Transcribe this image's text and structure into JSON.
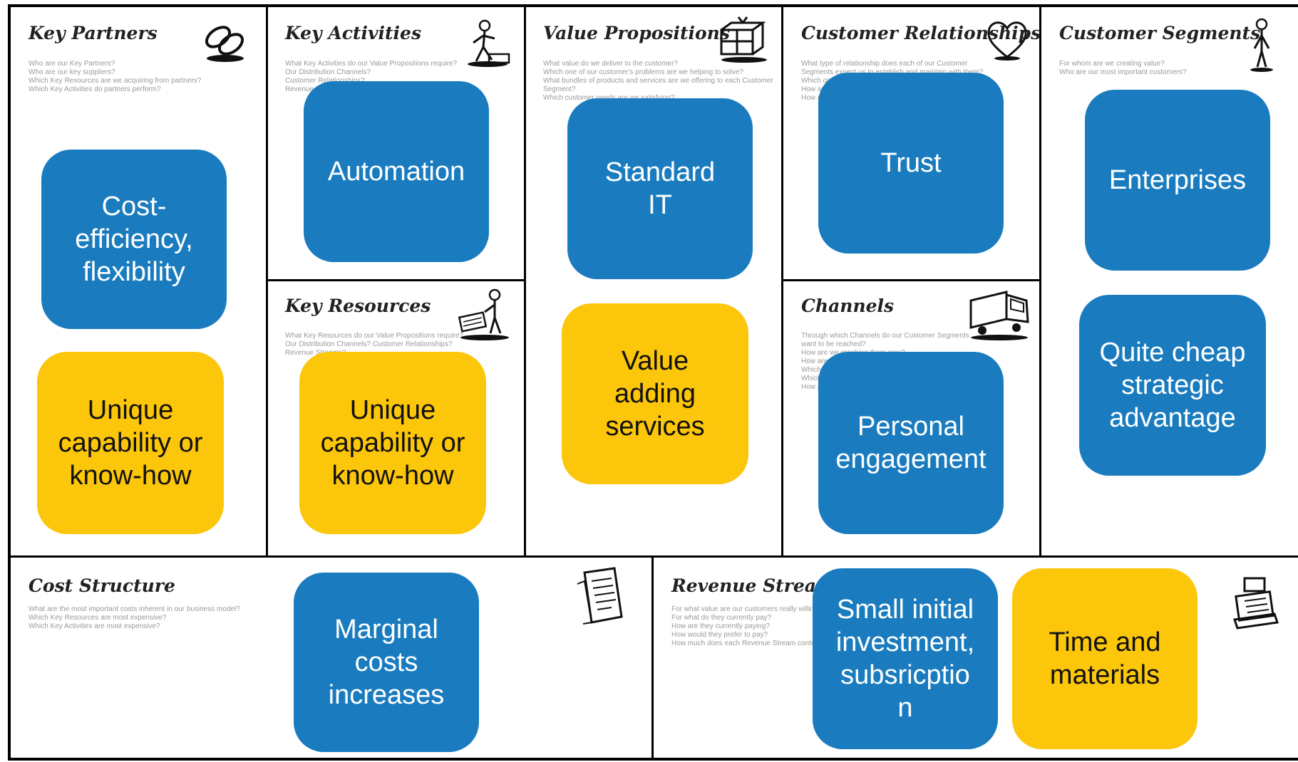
{
  "canvas": {
    "cells": {
      "key_partners": {
        "title": "Key Partners",
        "prompt": "Who are our Key Partners?\nWho are our key suppliers?\nWhich Key Resources are we acquiring from partners?\nWhich Key Activities do partners perform?"
      },
      "key_activities": {
        "title": "Key Activities",
        "prompt": "What Key Activities do our Value Propositions require?\nOur Distribution Channels?\nCustomer Relationships?\nRevenue Streams?"
      },
      "key_resources": {
        "title": "Key Resources",
        "prompt": "What Key Resources do our Value Propositions require?\nOur Distribution Channels? Customer Relationships?\nRevenue Streams?"
      },
      "value_propositions": {
        "title": "Value Propositions",
        "prompt": "What value do we deliver to the customer?\nWhich one of our customer's problems are we helping to solve?\nWhat bundles of products and services are we offering to each Customer Segment?\nWhich customer needs are we satisfying?"
      },
      "customer_relationships": {
        "title": "Customer Relationships",
        "prompt": "What type of relationship does each of our Customer\nSegments expect us to establish and maintain with them?\nWhich ones have we established?\nHow are they integrated with the rest of our business model?\nHow costly are they?"
      },
      "channels": {
        "title": "Channels",
        "prompt": "Through which Channels do our Customer Segments\nwant to be reached?\nHow are we reaching them now?\nHow are our Channels integrated?\nWhich ones work best?\nWhich ones are most cost-efficient?\nHow are we integrating them with customer routines?"
      },
      "customer_segments": {
        "title": "Customer Segments",
        "prompt": "For whom are we creating value?\nWho are our most important customers?"
      },
      "cost_structure": {
        "title": "Cost Structure",
        "prompt": "What are the most important costs inherent in our business model?\nWhich Key Resources are most expensive?\nWhich Key Activities are most expensive?"
      },
      "revenue_streams": {
        "title": "Revenue Streams",
        "prompt": "For what value are our customers really willing to pay?\nFor what do they currently pay?\nHow are they currently paying?\nHow would they prefer to pay?\nHow much does each Revenue Stream contribute to overall revenues?"
      }
    },
    "stickies": {
      "cost_efficiency": "Cost-\nefficiency,\nflexibility",
      "unique_partners": "Unique\ncapability or\nknow-how",
      "automation": "Automation",
      "unique_resources": "Unique\ncapability or\nknow-how",
      "standard_it": "Standard\nIT",
      "value_adding": "Value\nadding\nservices",
      "trust": "Trust",
      "personal_engagement": "Personal\nengagement",
      "enterprises": "Enterprises",
      "quite_cheap": "Quite cheap\nstrategic\nadvantage",
      "marginal_costs": "Marginal\ncosts\nincreases",
      "small_initial": "Small initial\ninvestment,\nsubsricptio\nn",
      "time_materials": "Time and\nmaterials"
    },
    "colors": {
      "blue": "#1a7cbf",
      "yellow": "#fcc60a",
      "lines": "#000000"
    },
    "icons": {
      "key_partners": "chain-link-icon",
      "key_activities": "worker-icon",
      "key_resources": "worker-with-cart-icon",
      "value_propositions": "gift-box-icon",
      "customer_relationships": "heart-icon",
      "channels": "delivery-truck-icon",
      "customer_segments": "person-icon",
      "cost_structure": "receipt-icon",
      "revenue_streams": "cash-register-icon"
    }
  }
}
